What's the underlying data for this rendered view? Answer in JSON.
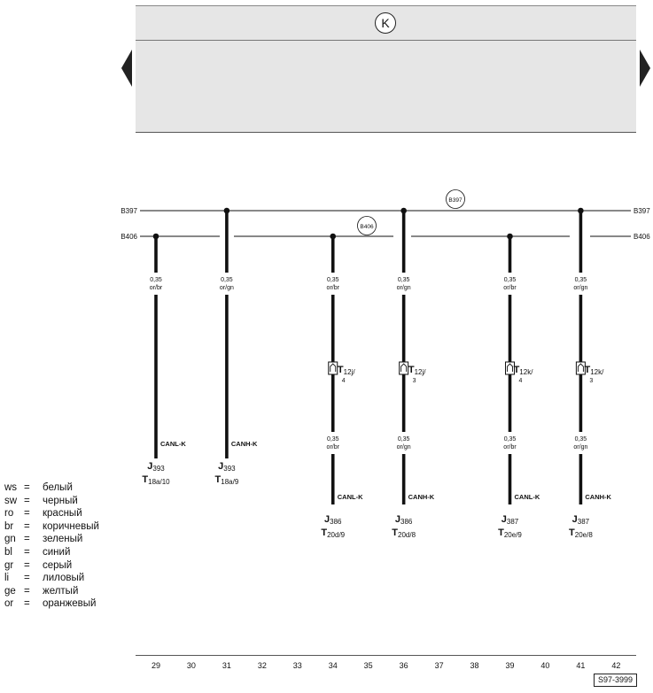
{
  "header": {
    "badge": "K"
  },
  "buses": [
    {
      "id": "b397",
      "name": "B397",
      "label_left": "B397",
      "label_right": "B397",
      "tag": "B397"
    },
    {
      "id": "b406",
      "name": "B406",
      "label_left": "B406",
      "label_right": "B406",
      "tag": "B406"
    }
  ],
  "wires": [
    {
      "track": 29,
      "bus": "B406",
      "gauge": "0,35",
      "color": "or/br",
      "signal": "CANL-K",
      "component": "J",
      "component_sub": "393",
      "terminal": "T",
      "terminal_sub": "18a/10"
    },
    {
      "track": 31,
      "bus": "B397",
      "gauge": "0,35",
      "color": "or/gn",
      "signal": "CANH-K",
      "component": "J",
      "component_sub": "393",
      "terminal": "T",
      "terminal_sub": "18a/9"
    },
    {
      "track": 34,
      "bus": "B406",
      "gauge": "0,35",
      "color": "or/br",
      "connector": "T",
      "connector_sub": "12j/",
      "connector_pin": "4",
      "gauge2": "0,35",
      "color2": "or/br",
      "signal": "CANL-K",
      "component": "J",
      "component_sub": "386",
      "terminal": "T",
      "terminal_sub": "20d/9"
    },
    {
      "track": 36,
      "bus": "B397",
      "gauge": "0,35",
      "color": "or/gn",
      "connector": "T",
      "connector_sub": "12j/",
      "connector_pin": "3",
      "gauge2": "0,35",
      "color2": "or/gn",
      "signal": "CANH-K",
      "component": "J",
      "component_sub": "386",
      "terminal": "T",
      "terminal_sub": "20d/8"
    },
    {
      "track": 39,
      "bus": "B406",
      "gauge": "0,35",
      "color": "or/br",
      "connector": "T",
      "connector_sub": "12k/",
      "connector_pin": "4",
      "gauge2": "0,35",
      "color2": "or/br",
      "signal": "CANL-K",
      "component": "J",
      "component_sub": "387",
      "terminal": "T",
      "terminal_sub": "20e/9"
    },
    {
      "track": 41,
      "bus": "B397",
      "gauge": "0,35",
      "color": "or/gn",
      "connector": "T",
      "connector_sub": "12k/",
      "connector_pin": "3",
      "gauge2": "0,35",
      "color2": "or/gn",
      "signal": "CANH-K",
      "component": "J",
      "component_sub": "387",
      "terminal": "T",
      "terminal_sub": "20e/8"
    }
  ],
  "legend": [
    {
      "code": "ws",
      "eq": "=",
      "name": "белый"
    },
    {
      "code": "sw",
      "eq": "=",
      "name": "черный"
    },
    {
      "code": "ro",
      "eq": "=",
      "name": "красный"
    },
    {
      "code": "br",
      "eq": "=",
      "name": "коричневый"
    },
    {
      "code": "gn",
      "eq": "=",
      "name": "зеленый"
    },
    {
      "code": "bl",
      "eq": "=",
      "name": "синий"
    },
    {
      "code": "gr",
      "eq": "=",
      "name": "серый"
    },
    {
      "code": "li",
      "eq": "=",
      "name": "лиловый"
    },
    {
      "code": "ge",
      "eq": "=",
      "name": "желтый"
    },
    {
      "code": "or",
      "eq": "=",
      "name": "оранжевый"
    }
  ],
  "ruler": [
    "29",
    "30",
    "31",
    "32",
    "33",
    "34",
    "35",
    "36",
    "37",
    "38",
    "39",
    "40",
    "41",
    "42"
  ],
  "reference": "S97-3999"
}
